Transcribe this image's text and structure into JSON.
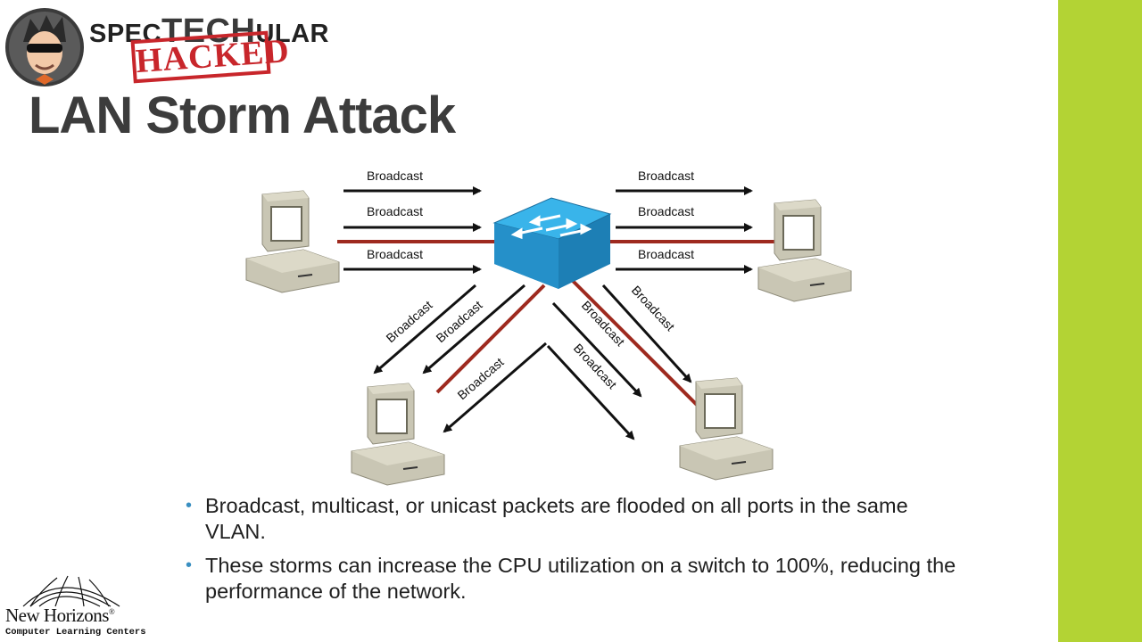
{
  "brand": {
    "prefix": "SPEC",
    "middle": "TECH",
    "suffix": "ULAR",
    "stamp": "HACKED"
  },
  "slide": {
    "title": "LAN Storm Attack",
    "bullets": [
      "Broadcast, multicast, or unicast packets are flooded on all ports in the same VLAN.",
      "These storms can increase the CPU utilization on a switch to 100%, reducing the performance of the network."
    ]
  },
  "diagram": {
    "arrow_label": "Broadcast",
    "labels": [
      "Broadcast",
      "Broadcast",
      "Broadcast",
      "Broadcast",
      "Broadcast",
      "Broadcast",
      "Broadcast",
      "Broadcast",
      "Broadcast",
      "Broadcast",
      "Broadcast",
      "Broadcast"
    ]
  },
  "footer_logo": {
    "name": "New Horizons",
    "registered": "®",
    "subtitle": "Computer Learning Centers"
  },
  "colors": {
    "sidebar": "#b3d334",
    "link": "#9e2a1f",
    "switch": "#2aa0d8",
    "bullet": "#3a8fc1",
    "stamp": "#c8262b"
  }
}
